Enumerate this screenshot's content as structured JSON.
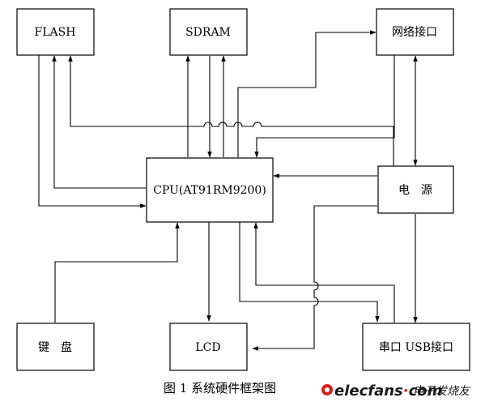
{
  "blocks": {
    "flash": "FLASH",
    "sdram": "SDRAM",
    "network": "网络接口",
    "cpu": "CPU(AT91RM9200)",
    "power": "电　源",
    "keyboard": "键　盘",
    "lcd": "LCD",
    "serial_usb": "串口 USB接口"
  },
  "caption": "图 1  系统硬件框架图",
  "watermark": {
    "brand": "elecfans",
    "dot": "·",
    "tld": "com",
    "cn": "电子发烧友"
  },
  "colors": {
    "line": "#000000",
    "box_fill": "#ffffff",
    "watermark_accent": "#d42020"
  }
}
